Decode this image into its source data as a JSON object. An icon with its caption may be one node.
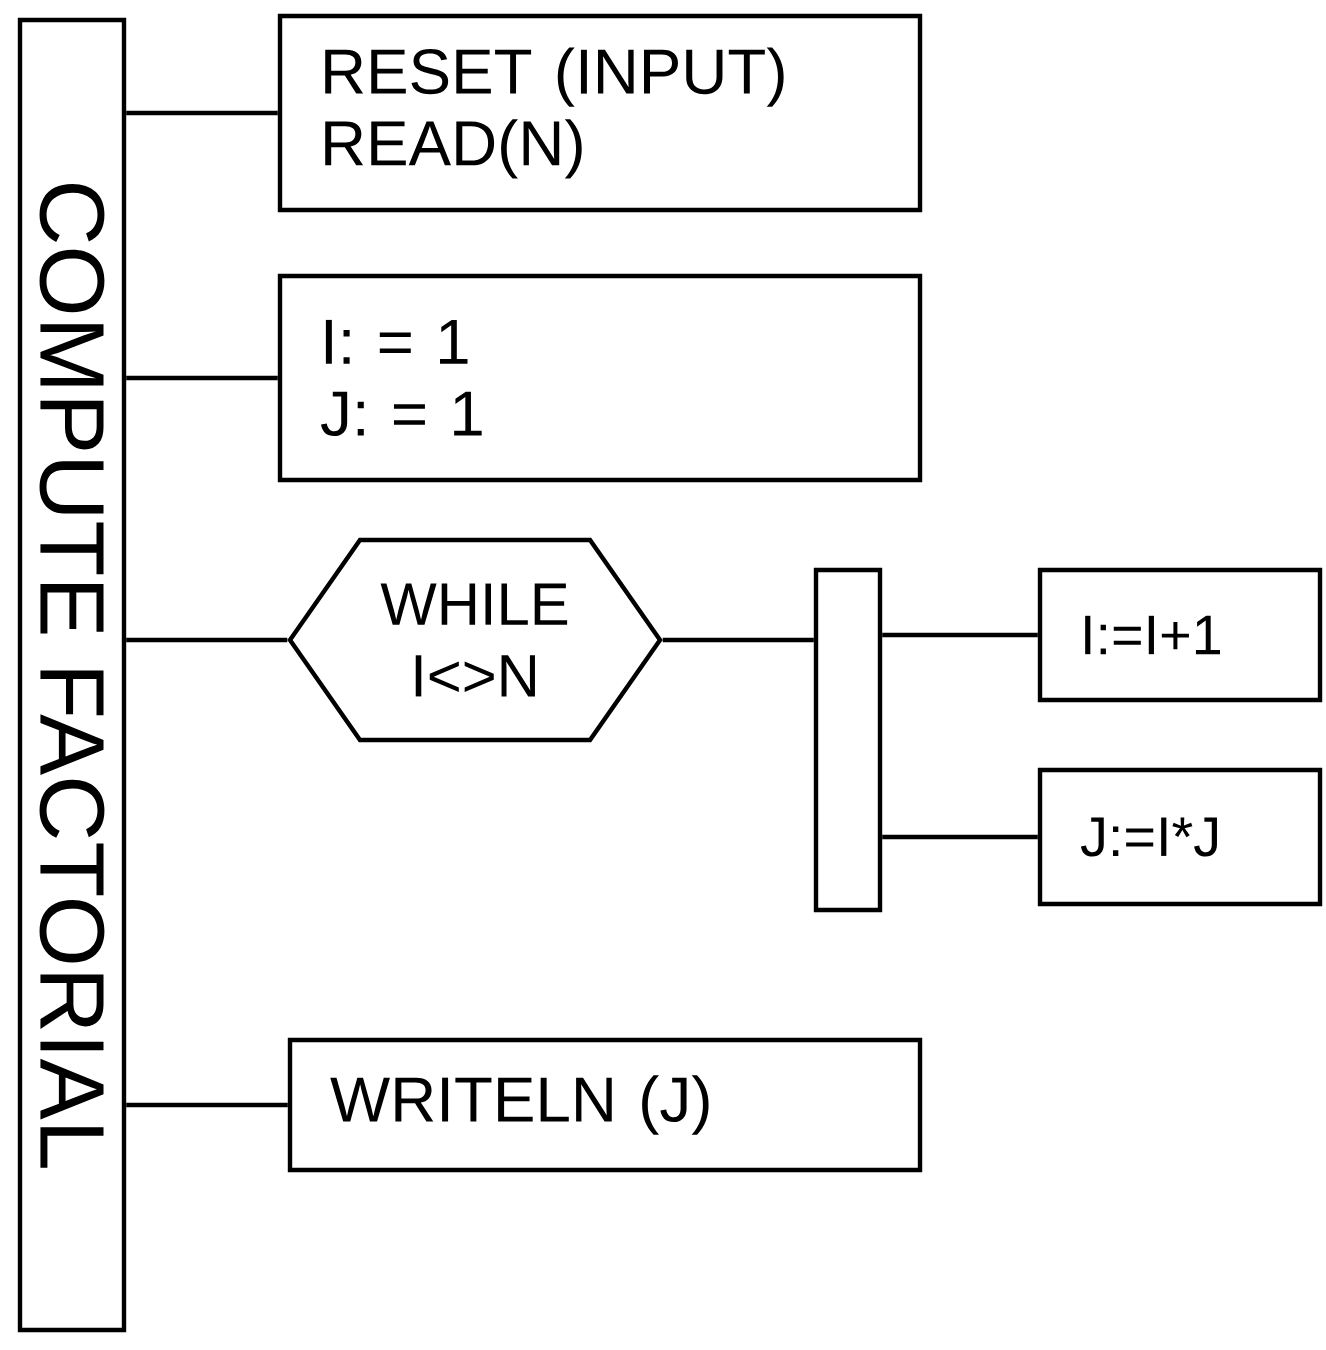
{
  "diagram": {
    "nodes": [
      {
        "text": [
          "COMPUTE FACTORIAL"
        ]
      },
      {
        "text": [
          "RESET (INPUT)",
          "READ(N)"
        ]
      },
      {
        "text": [
          "I: = 1",
          "J: = 1"
        ]
      },
      {
        "text": [
          "WHILE I<>N"
        ]
      },
      {
        "text": [],
        "shape": "bar"
      },
      {
        "text": [
          "I:=I+1"
        ]
      },
      {
        "text": [
          "J:=I*J"
        ]
      },
      {
        "text": [
          "WRITELN (J)"
        ]
      }
    ],
    "edges": [
      {
        "from": 0,
        "to": 1,
        "arrow": "none"
      },
      {
        "from": 0,
        "to": 2,
        "arrow": "none"
      },
      {
        "from": 0,
        "to": 3,
        "arrow": "none"
      },
      {
        "from": 3,
        "to": 4,
        "arrow": "none"
      },
      {
        "from": 4,
        "to": 5,
        "arrow": "none"
      },
      {
        "from": 4,
        "to": 6,
        "arrow": "none"
      },
      {
        "from": 0,
        "to": 7,
        "arrow": "none"
      }
    ]
  }
}
